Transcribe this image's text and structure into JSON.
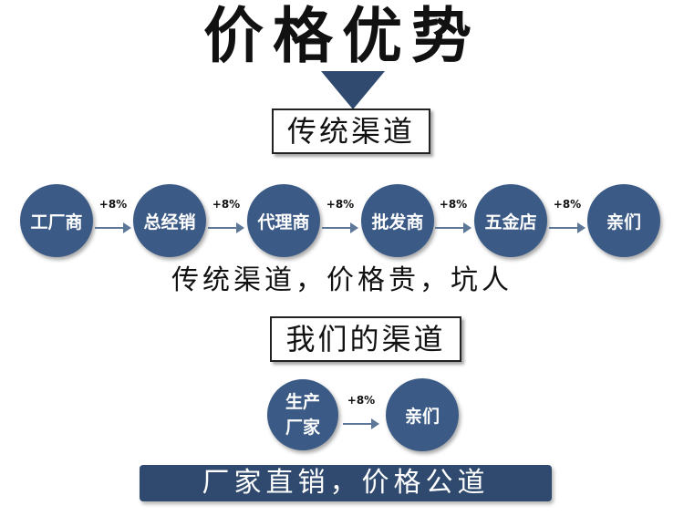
{
  "title": "价格优势",
  "traditional_label": "传统渠道",
  "traditional_chain": [
    {
      "label": "工厂商"
    },
    {
      "label": "总经销"
    },
    {
      "label": "代理商"
    },
    {
      "label": "批发商"
    },
    {
      "label": "五金店"
    },
    {
      "label": "亲们"
    }
  ],
  "markup": "+8%",
  "traditional_caption": "传统渠道，价格贵，坑人",
  "our_label": "我们的渠道",
  "our_chain": {
    "producer_line1": "生产",
    "producer_line2": "厂家",
    "consumer": "亲们"
  },
  "banner": "厂家直销，价格公道",
  "colors": {
    "node": "#3b5b86",
    "dark": "#2f4a6e",
    "arrow": "#5c7797"
  }
}
